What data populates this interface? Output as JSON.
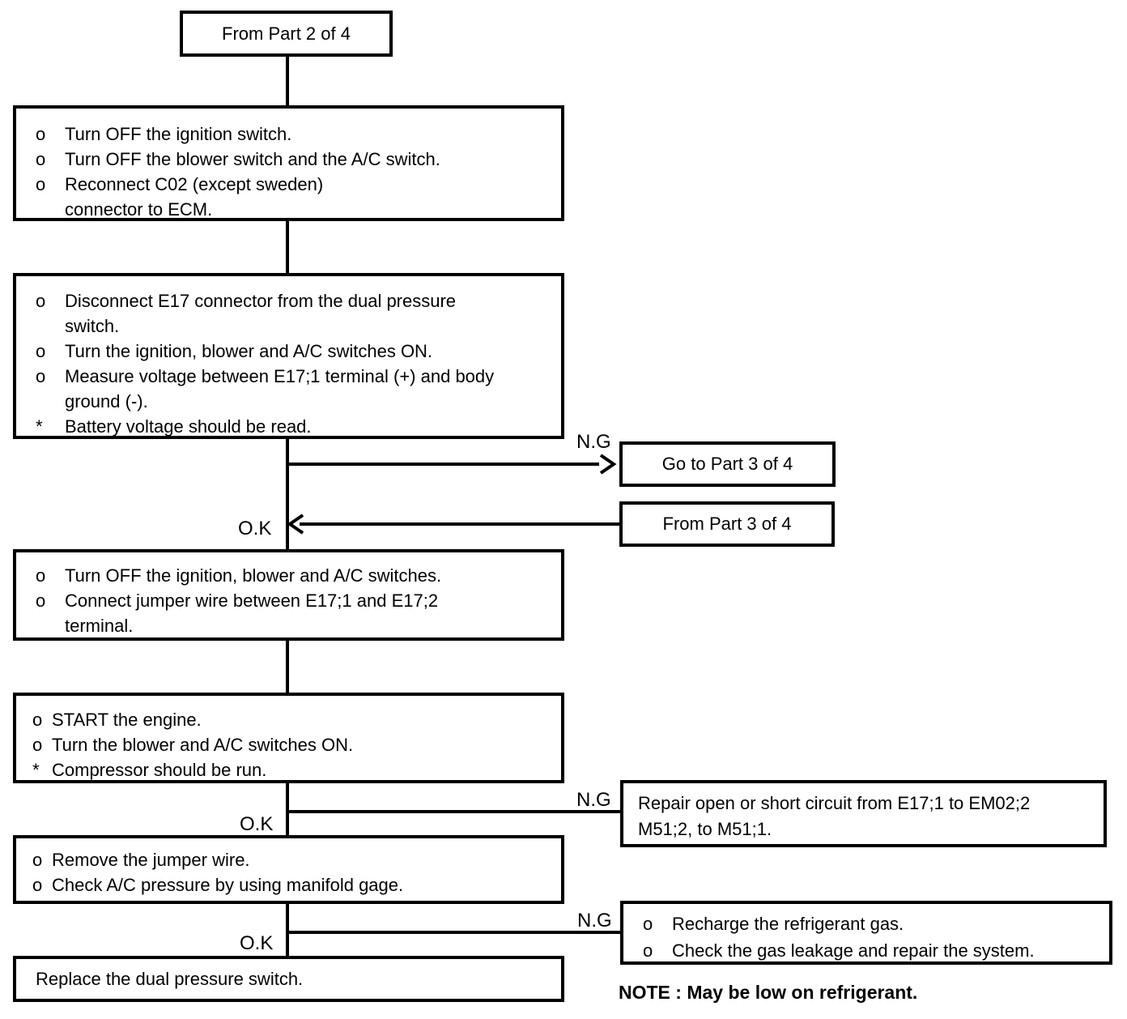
{
  "page": {
    "background": "#ffffff",
    "ink": "#000000"
  },
  "flowchart": {
    "start": {
      "label": "From Part 2 of 4"
    },
    "step1": {
      "lines": [
        {
          "bullet": "o",
          "text": "Turn OFF the ignition switch."
        },
        {
          "bullet": "o",
          "text": "Turn OFF the blower switch and the A/C switch."
        },
        {
          "bullet": "o",
          "text": "Reconnect C02 (except sweden)"
        },
        {
          "bullet": "",
          "text": "connector to ECM."
        }
      ]
    },
    "step2": {
      "lines": [
        {
          "bullet": "o",
          "text": "Disconnect E17 connector from the dual pressure"
        },
        {
          "bullet": "",
          "text": "switch."
        },
        {
          "bullet": "o",
          "text": "Turn the ignition, blower and A/C switches ON."
        },
        {
          "bullet": "o",
          "text": "Measure voltage between E17;1 terminal (+) and body"
        },
        {
          "bullet": "",
          "text": "ground (-)."
        },
        {
          "bullet": "*",
          "text": "Battery voltage should be read."
        }
      ]
    },
    "branch1": {
      "ng_label": "N.G",
      "ok_label": "O.K",
      "goto_box": {
        "label": "Go to Part 3 of 4"
      },
      "from_box": {
        "label": "From Part 3 of 4"
      }
    },
    "step3": {
      "lines": [
        {
          "bullet": "o",
          "text": "Turn OFF the ignition, blower and A/C switches."
        },
        {
          "bullet": "o",
          "text": "Connect jumper wire between E17;1 and E17;2"
        },
        {
          "bullet": "",
          "text": "terminal."
        }
      ]
    },
    "step4": {
      "lines": [
        {
          "bullet": "o",
          "text": "START the engine."
        },
        {
          "bullet": "o",
          "text": "Turn the blower and A/C switches ON."
        },
        {
          "bullet": "*",
          "text": "Compressor should be run."
        }
      ]
    },
    "branch2": {
      "ng_label": "N.G",
      "ok_label": "O.K",
      "ng_box": {
        "lines": [
          "Repair open or short circuit from E17;1 to EM02;2",
          "M51;2, to M51;1."
        ]
      }
    },
    "step5": {
      "lines": [
        {
          "bullet": "o",
          "text": "Remove the jumper wire."
        },
        {
          "bullet": "o",
          "text": "Check A/C pressure by using manifold gage."
        }
      ]
    },
    "branch3": {
      "ng_label": "N.G",
      "ok_label": "O.K",
      "ng_box": {
        "lines": [
          {
            "bullet": "o",
            "text": "Recharge the refrigerant gas."
          },
          {
            "bullet": "o",
            "text": "Check the gas leakage and repair the system."
          }
        ]
      }
    },
    "final": {
      "label": "Replace the dual pressure switch."
    },
    "note": "NOTE : May be low on refrigerant."
  }
}
